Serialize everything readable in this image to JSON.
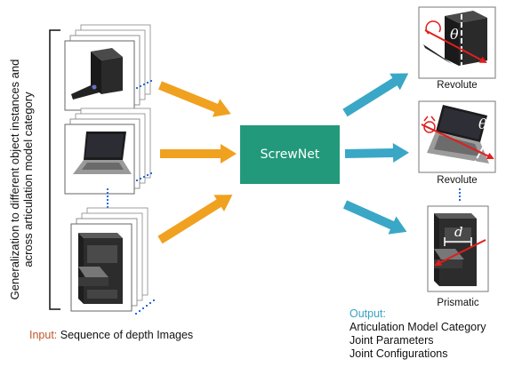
{
  "caption_lines": [
    "Generalization to different object instances and",
    "across articulation model category"
  ],
  "model_label": "ScrewNet",
  "outputs": [
    {
      "label": "Revolute",
      "symbol": "θ"
    },
    {
      "label": "Revolute",
      "symbol": "θ"
    },
    {
      "label": "Prismatic",
      "symbol": "d"
    }
  ],
  "input": {
    "key": "Input:",
    "text": "Sequence of depth Images"
  },
  "output": {
    "key": "Output:",
    "items": [
      "Articulation Model Category",
      "Joint Parameters",
      "Joint Configurations"
    ]
  },
  "colors": {
    "orange_arrow": "#f0a11f",
    "blue_arrow": "#3aa7c6",
    "screwnet": "#22997a",
    "axis_red": "#e21d1d",
    "input_key": "#c0562a",
    "output_key": "#36a3c4"
  }
}
